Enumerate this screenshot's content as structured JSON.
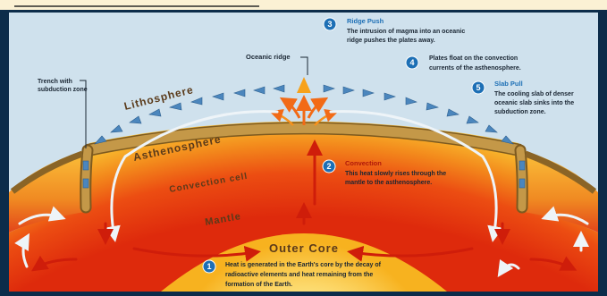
{
  "labels": {
    "lithosphere": "Lithosphere",
    "asthenosphere": "Asthenosphere",
    "convection_cell": "Convection cell",
    "mantle": "Mantle",
    "outer_core": "Outer Core",
    "oceanic_ridge": "Oceanic ridge",
    "trench_line1": "Trench with",
    "trench_line2": "subduction zone"
  },
  "steps": [
    {
      "number": "1",
      "title": "",
      "lines": [
        "Heat is generated in the Earth's core by the decay of",
        "radioactive elements and heat remaining from the",
        "formation of the Earth."
      ]
    },
    {
      "number": "2",
      "title": "Convection",
      "lines": [
        "This heat slowly rises through the",
        "mantle to the asthenosphere."
      ]
    },
    {
      "number": "3",
      "title": "Ridge Push",
      "lines": [
        "The intrusion of magma into an oceanic",
        "ridge pushes the plates away."
      ]
    },
    {
      "number": "4",
      "title": "",
      "lines": [
        "Plates float on the convection",
        "currents of the asthenosphere."
      ]
    },
    {
      "number": "5",
      "title": "Slab Pull",
      "lines": [
        "The cooling slab of denser",
        "oceanic slab sinks into the",
        "subduction zone."
      ]
    }
  ],
  "colors": {
    "background": "#fbf1d4",
    "frame": "#0c2c4a",
    "sky": "#cfe1ed",
    "plate": "#b88c3c",
    "asthenosphere": "#fdd040",
    "mantle": "#f09a20",
    "mantle_deep": "#de2a0c",
    "core": "#fcd34a",
    "badge": "#1d6fb5"
  }
}
